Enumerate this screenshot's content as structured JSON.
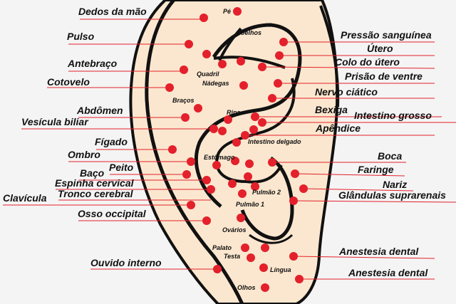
{
  "colors": {
    "ear_fill": "#fbe7cf",
    "ear_stroke": "#111111",
    "dot": "#e3202b",
    "line": "#e3202b"
  },
  "left_labels": [
    {
      "text": "Dedos da mão",
      "name": "label-dedos-da-mao"
    },
    {
      "text": "Pulso",
      "name": "label-pulso"
    },
    {
      "text": "Antebraço",
      "name": "label-antebraco"
    },
    {
      "text": "Cotovelo",
      "name": "label-cotovelo"
    },
    {
      "text": "Abdômen",
      "name": "label-abdomen"
    },
    {
      "text": "Vesícula biliar",
      "name": "label-vesicula-biliar"
    },
    {
      "text": "Fígado",
      "name": "label-figado"
    },
    {
      "text": "Ombro",
      "name": "label-ombro"
    },
    {
      "text": "Peito",
      "name": "label-peito"
    },
    {
      "text": "Baço",
      "name": "label-baco"
    },
    {
      "text": "Espinha cervical",
      "name": "label-espinha-cervical"
    },
    {
      "text": "Tronco cerebral",
      "name": "label-tronco-cerebral"
    },
    {
      "text": "Clavícula",
      "name": "label-clavicula"
    },
    {
      "text": "Osso occipital",
      "name": "label-osso-occipital"
    },
    {
      "text": "Ouvido interno",
      "name": "label-ouvido-interno"
    }
  ],
  "right_labels": [
    {
      "text": "Pressão sanguínea",
      "name": "label-pressao-sanguinea"
    },
    {
      "text": "Útero",
      "name": "label-utero"
    },
    {
      "text": "Colo do útero",
      "name": "label-colo-do-utero"
    },
    {
      "text": "Prisão de ventre",
      "name": "label-prisao-de-ventre"
    },
    {
      "text": "Nervo ciático",
      "name": "label-nervo-ciatico"
    },
    {
      "text": "Bexiga",
      "name": "label-bexiga"
    },
    {
      "text": "Intestino grosso",
      "name": "label-intestino-grosso"
    },
    {
      "text": "Apêndice",
      "name": "label-apendice"
    },
    {
      "text": "Boca",
      "name": "label-boca"
    },
    {
      "text": "Faringe",
      "name": "label-faringe"
    },
    {
      "text": "Nariz",
      "name": "label-nariz"
    },
    {
      "text": "Glândulas suprarenais",
      "name": "label-glandulas-suprarenais"
    },
    {
      "text": "Anestesia dental",
      "name": "label-anestesia-dental-1"
    },
    {
      "text": "Anestesia dental",
      "name": "label-anestesia-dental-2"
    }
  ],
  "inner_labels": [
    {
      "text": "Pé",
      "name": "inner-label-pe"
    },
    {
      "text": "Joelhos",
      "name": "inner-label-joelhos"
    },
    {
      "text": "Quadril",
      "name": "inner-label-quadril"
    },
    {
      "text": "Nádegas",
      "name": "inner-label-nadegas"
    },
    {
      "text": "Braços",
      "name": "inner-label-bracos"
    },
    {
      "text": "Rins",
      "name": "inner-label-rins"
    },
    {
      "text": "Intestino delgado",
      "name": "inner-label-intestino-delgado"
    },
    {
      "text": "Estômago",
      "name": "inner-label-estomago"
    },
    {
      "text": "Pulmão 2",
      "name": "inner-label-pulmao-2"
    },
    {
      "text": "Pulmão 1",
      "name": "inner-label-pulmao-1"
    },
    {
      "text": "Ovários",
      "name": "inner-label-ovarios"
    },
    {
      "text": "Palato",
      "name": "inner-label-palato"
    },
    {
      "text": "Testa",
      "name": "inner-label-testa"
    },
    {
      "text": "Língua",
      "name": "inner-label-lingua"
    },
    {
      "text": "Olhos",
      "name": "inner-label-olhos"
    }
  ]
}
